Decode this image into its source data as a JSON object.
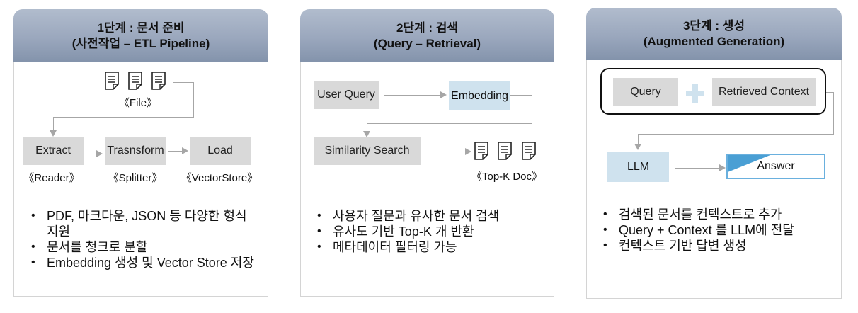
{
  "colors": {
    "header_top": "#b1bccd",
    "header_bottom": "#8393ab",
    "node_gray": "#d9d9d9",
    "node_blue": "#cfe2ee",
    "answer_accent": "#4a9fd4",
    "connector": "#a6a6a6"
  },
  "stage1": {
    "title_line1": "1단계 : 문서 준비",
    "title_line2": "(사전작업 – ETL Pipeline)",
    "file_label": "《File》",
    "nodes": [
      {
        "label": "Extract",
        "stereotype": "《Reader》"
      },
      {
        "label": "Trasnsform",
        "stereotype": "《Splitter》"
      },
      {
        "label": "Load",
        "stereotype": "《VectorStore》"
      }
    ],
    "bullets": [
      "PDF, 마크다운, JSON 등 다양한 형식 지원",
      "문서를 청크로 분할",
      "Embedding 생성 및 Vector Store 저장"
    ]
  },
  "stage2": {
    "title_line1": "2단계 : 검색",
    "title_line2": "(Query – Retrieval)",
    "nodes": {
      "user_query": "User Query",
      "embedding": "Embedding",
      "similarity_search": "Similarity Search"
    },
    "topk_label": "《Top-K Doc》",
    "bullets": [
      "사용자 질문과 유사한 문서 검색",
      "유사도 기반 Top-K 개 반환",
      "메타데이터 필터링 가능"
    ]
  },
  "stage3": {
    "title_line1": "3단계 : 생성",
    "title_line2": "(Augmented Generation)",
    "nodes": {
      "query": "Query",
      "retrieved_context": "Retrieved Context",
      "llm": "LLM",
      "answer": "Answer"
    },
    "bullets": [
      "검색된 문서를 컨텍스트로 추가",
      "Query + Context 를 LLM에 전달",
      "컨텍스트 기반 답변 생성"
    ]
  }
}
